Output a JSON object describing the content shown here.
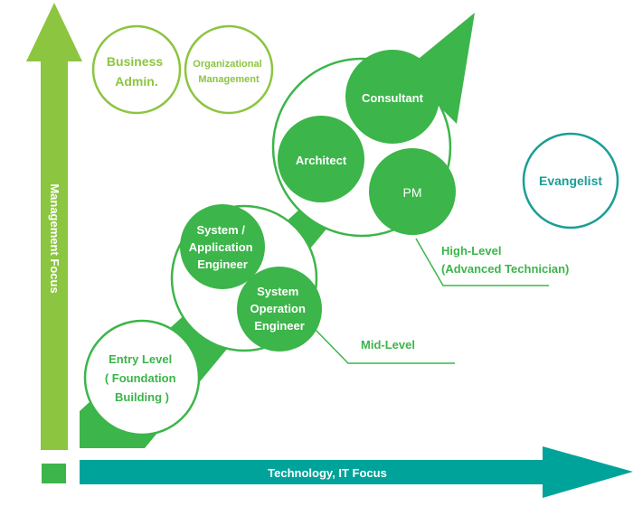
{
  "axes": {
    "y_label": "Management Focus",
    "x_label": "Technology, IT Focus"
  },
  "management_roles": {
    "business_admin": [
      "Business",
      "Admin."
    ],
    "organizational_management": [
      "Organizational",
      "Management"
    ]
  },
  "levels": {
    "entry": [
      "Entry Level",
      "( Foundation",
      "Building )"
    ],
    "mid": {
      "label": "Mid-Level",
      "system_application_engineer": [
        "System /",
        "Application",
        "Engineer"
      ],
      "system_operation_engineer": [
        "System",
        "Operation",
        "Engineer"
      ]
    },
    "high": {
      "label": [
        "High-Level",
        "(Advanced Technician)"
      ],
      "consultant": "Consultant",
      "architect": "Architect",
      "pm": "PM"
    }
  },
  "evangelist": "Evangelist",
  "colors": {
    "management_arrow": "#8cc540",
    "technology_arrow": "#00a39a",
    "growth_arrow": "#3cb54a",
    "node_fill": "#3cb54a",
    "management_circle": "#8cc540",
    "evangelist_circle": "#1a9e96",
    "level_circle": "#3cb54a"
  }
}
